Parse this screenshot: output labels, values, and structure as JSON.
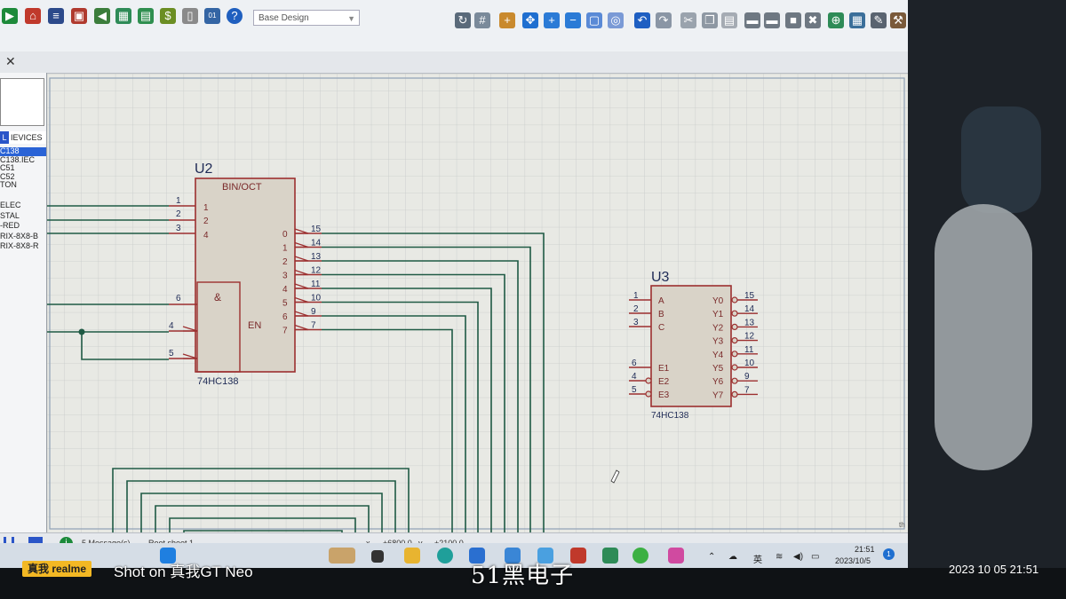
{
  "toolbar": {
    "design_select": "Base Design"
  },
  "sidebar": {
    "header_badge": "L",
    "header_label": "IEVICES",
    "devices": [
      "C138",
      "C138.IEC",
      "C51",
      "C52",
      "TON",
      "",
      "ELEC",
      "STAL",
      "-RED",
      "RIX-8X8-B",
      "RIX-8X8-R"
    ]
  },
  "schematic": {
    "u2": {
      "ref": "U2",
      "title": "BIN/OCT",
      "part": "74HC138",
      "and_label": "&",
      "en_label": "EN",
      "inputs": [
        {
          "pin": "1",
          "label": "1"
        },
        {
          "pin": "2",
          "label": "2"
        },
        {
          "pin": "3",
          "label": "4"
        }
      ],
      "enables": [
        {
          "pin": "6"
        },
        {
          "pin": "4"
        },
        {
          "pin": "5"
        }
      ],
      "outputs": [
        {
          "index": "0",
          "pin": "15"
        },
        {
          "index": "1",
          "pin": "14"
        },
        {
          "index": "2",
          "pin": "13"
        },
        {
          "index": "3",
          "pin": "12"
        },
        {
          "index": "4",
          "pin": "11"
        },
        {
          "index": "5",
          "pin": "10"
        },
        {
          "index": "6",
          "pin": "9"
        },
        {
          "index": "7",
          "pin": "7"
        }
      ]
    },
    "u3": {
      "ref": "U3",
      "part": "74HC138",
      "inputs": [
        {
          "pin": "1",
          "label": "A"
        },
        {
          "pin": "2",
          "label": "B"
        },
        {
          "pin": "3",
          "label": "C"
        }
      ],
      "enables": [
        {
          "pin": "6",
          "label": "E1"
        },
        {
          "pin": "4",
          "label": "E2"
        },
        {
          "pin": "5",
          "label": "E3"
        }
      ],
      "outputs": [
        {
          "label": "Y0",
          "pin": "15"
        },
        {
          "label": "Y1",
          "pin": "14"
        },
        {
          "label": "Y2",
          "pin": "13"
        },
        {
          "label": "Y3",
          "pin": "12"
        },
        {
          "label": "Y4",
          "pin": "11"
        },
        {
          "label": "Y5",
          "pin": "10"
        },
        {
          "label": "Y6",
          "pin": "9"
        },
        {
          "label": "Y7",
          "pin": "7"
        }
      ]
    },
    "edge_text": "th"
  },
  "status": {
    "messages": "5 Message(s)",
    "sheet": "Root sheet 1",
    "x_label": "x",
    "x_value": "+6800.0",
    "y_label": "y",
    "y_value": "+2100.0"
  },
  "taskbar": {
    "ime": "英",
    "time": "21:51",
    "date": "2023/10/5",
    "notification_count": "1"
  },
  "watermark": {
    "brand": "真我 realme",
    "shot": "Shot on 真我GT Neo",
    "datetime": "2023 10 05 21:51",
    "site": "51黑电子"
  },
  "colors": {
    "component_fill": "#d9d3c8",
    "component_stroke": "#9c2f2f",
    "wire": "#1f5a44",
    "grid_bg": "#e8e9e4",
    "grid_line": "#c7cbc9"
  }
}
